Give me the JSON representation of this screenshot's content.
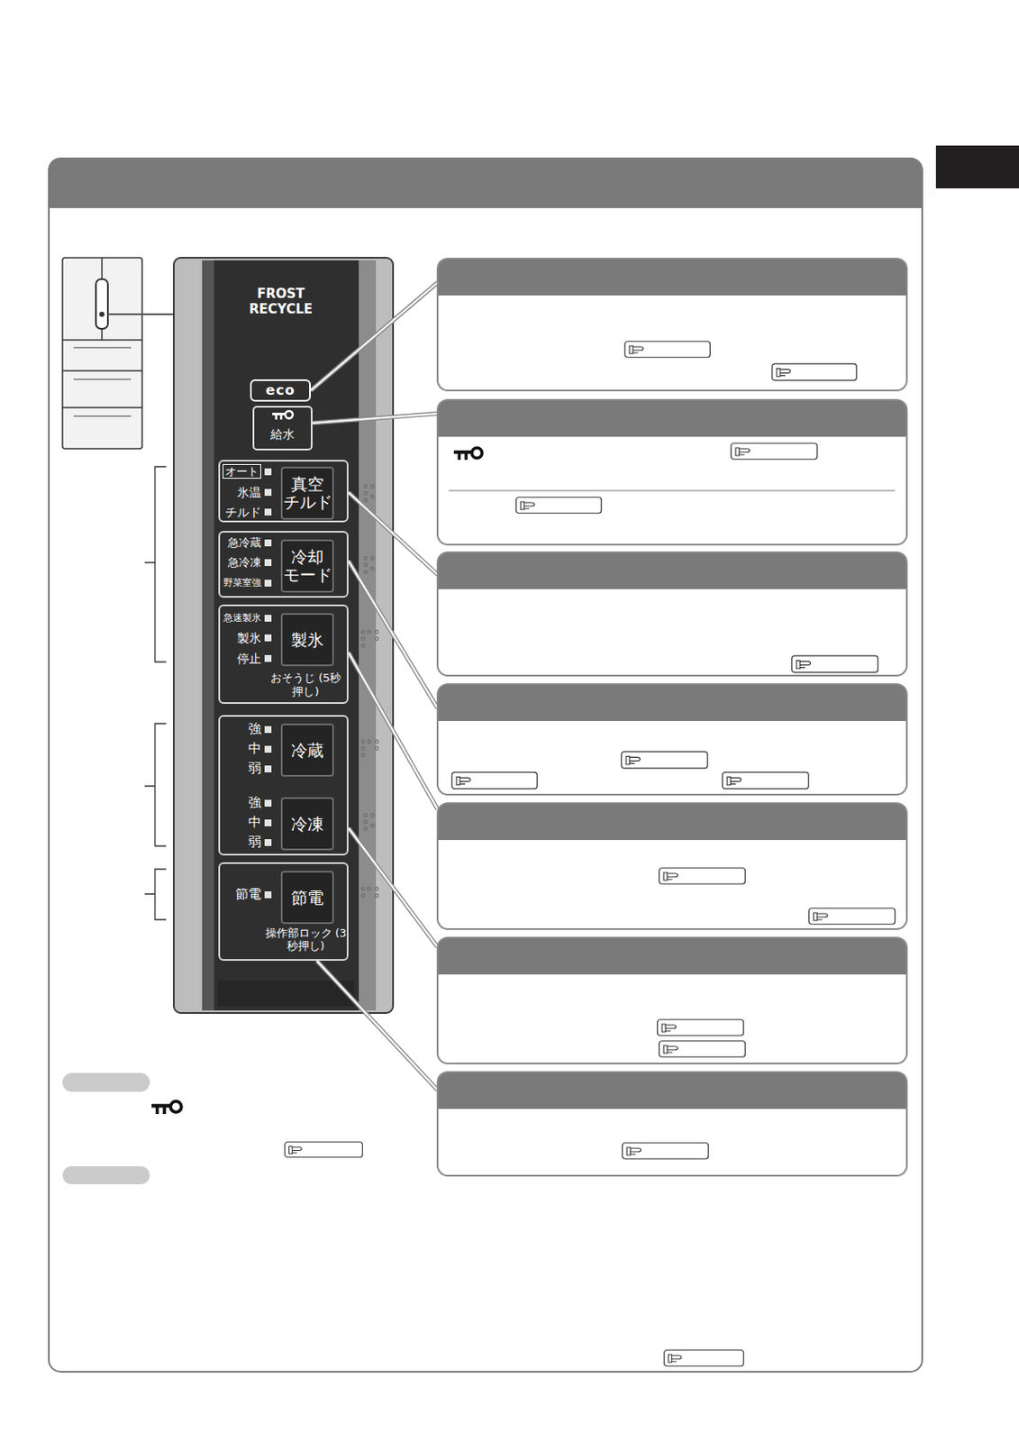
{
  "diagram": {
    "nodes": [
      {
        "text": [
          "FROST RECYCLE"
        ]
      },
      {
        "text": [
          "eco"
        ],
        "in": 0
      },
      {
        "text": [
          "給水"
        ],
        "in": 0
      },
      {
        "text": [
          "オート",
          "氷温",
          "チルド"
        ],
        "in": 0
      },
      {
        "text": [
          "真空 チルド"
        ],
        "in": 3
      },
      {
        "text": [
          "急冷蔵",
          "急冷凍",
          "野菜室強"
        ],
        "in": 0
      },
      {
        "text": [
          "冷却 モード"
        ],
        "in": 5
      },
      {
        "text": [
          "急速製氷",
          "製氷",
          "停止",
          "おそうじ (5秒押し)"
        ],
        "in": 0
      },
      {
        "text": [
          "製氷"
        ],
        "in": 7
      },
      {
        "text": [
          "強",
          "中",
          "弱",
          "強",
          "中",
          "弱"
        ],
        "in": 0
      },
      {
        "text": [
          "冷蔵"
        ],
        "in": 9
      },
      {
        "text": [
          "冷凍"
        ],
        "in": 9
      },
      {
        "text": [
          "節電",
          "操作部ロック (3秒押し)"
        ],
        "in": 0
      },
      {
        "text": [
          "節電"
        ],
        "in": 12
      }
    ]
  }
}
